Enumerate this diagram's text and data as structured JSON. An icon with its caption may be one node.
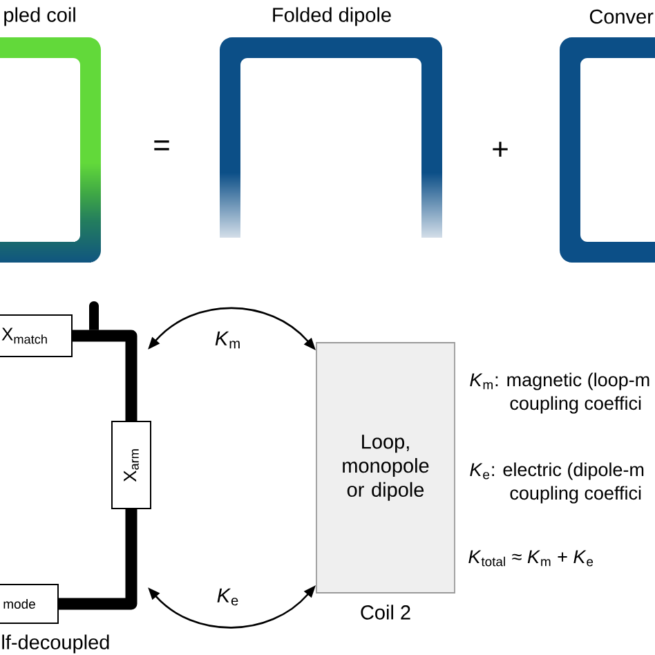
{
  "diagram": {
    "nodes": [
      {
        "text": [
          "pled coil"
        ]
      },
      {
        "text": [
          "Folded dipole"
        ]
      },
      {
        "text": [
          "Conver"
        ]
      },
      {
        "text": [
          "X$_{match}$"
        ]
      },
      {
        "text": [
          "X$_{arm}$"
        ]
      },
      {
        "text": [
          "mode"
        ]
      },
      {
        "text": [
          "Loop, monopole or dipole"
        ],
        "beside": [
          "Coil 2"
        ]
      }
    ],
    "edges": [
      {
        "from": 3,
        "to": 4,
        "arrow": "none",
        "style": "thick"
      },
      {
        "from": 4,
        "to": 5,
        "arrow": "none",
        "style": "thick"
      },
      {
        "from": null,
        "to": 6,
        "arrow": "both",
        "label": "*K*$_{m}$"
      },
      {
        "from": null,
        "to": 6,
        "arrow": "both",
        "label": "*K*$_{e}$"
      }
    ],
    "labels": [
      "=",
      "+",
      "*K*$_{m}$: magnetic (loop-m",
      "coupling coeffici",
      "*K*$_{e}$: electric (dipole-m",
      "coupling coeffici",
      "*K*$_{total}$ ≈ *K*$_{m}$ + *K*$_{e}$",
      "lf-decoupled"
    ]
  }
}
